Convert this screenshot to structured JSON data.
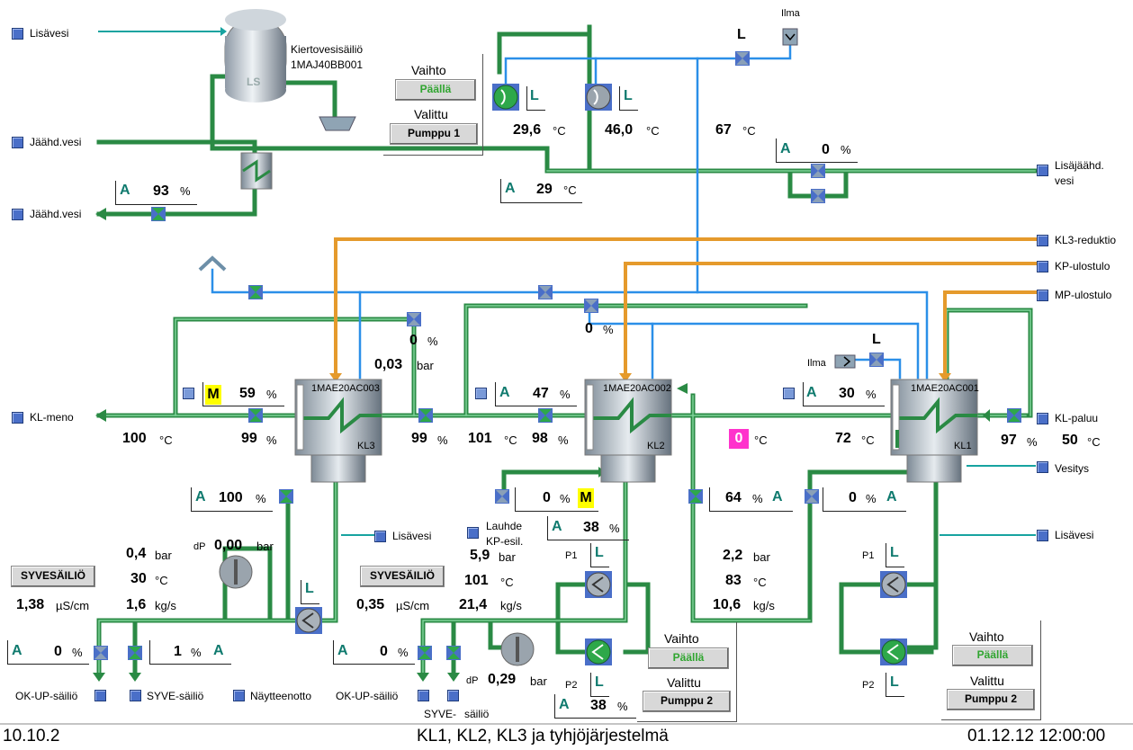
{
  "header": {
    "ilma_top": "Ilma",
    "tank_name": "Kiertovesisäiliö",
    "tank_code": "1MAJ40BB001",
    "tank_short": "LS"
  },
  "pump_top": {
    "vaihto": "Vaihto",
    "vaihto_btn": "Päällä",
    "valittu": "Valittu",
    "valittu_btn": "Pumppu 1",
    "mode1": "L",
    "mode2": "L",
    "valveL": "L"
  },
  "temps_top": {
    "t1": "29,6",
    "t2": "46,0",
    "t3": "67",
    "unit": "°C"
  },
  "left_labels": {
    "lisavesi": "Lisävesi",
    "jaahd_vesi_in": "Jäähd.vesi",
    "jaahd_vesi_out": "Jäähd.vesi",
    "kl_meno": "KL-meno"
  },
  "right_labels": {
    "lisajaahd": "Lisäjäähd.",
    "vesi": "vesi",
    "kl3_reduktio": "KL3-reduktio",
    "kp_ulostulo": "KP-ulostulo",
    "mp_ulostulo": "MP-ulostulo",
    "kl_paluu": "KL-paluu",
    "vesitys": "Vesitys",
    "lisavesi": "Lisävesi"
  },
  "ctrl": {
    "c93": {
      "mode": "A",
      "value": "93",
      "unit": "%"
    },
    "c29": {
      "mode": "A",
      "value": "29",
      "unit": "°C"
    },
    "c0top": {
      "mode": "A",
      "value": "0",
      "unit": "%"
    },
    "kl3": {
      "mode": "M",
      "value": "59",
      "unit": "%"
    },
    "kl2": {
      "mode": "A",
      "value": "47",
      "unit": "%"
    },
    "kl1": {
      "mode": "A",
      "value": "30",
      "unit": "%"
    },
    "c100": {
      "mode": "A",
      "value": "100",
      "unit": "%"
    },
    "c0m": {
      "mode": "M",
      "value": "0",
      "unit": "%"
    },
    "c38a": {
      "mode": "A",
      "value": "38",
      "unit": "%"
    },
    "c64": {
      "mode": "A",
      "value": "64",
      "unit": "%"
    },
    "c0r": {
      "mode": "A",
      "value": "0",
      "unit": "%"
    },
    "c0bl": {
      "mode": "A",
      "value": "0",
      "unit": "%"
    },
    "c1bl": {
      "mode": "A",
      "value": "1",
      "unit": "%"
    },
    "c0bm": {
      "mode": "A",
      "value": "0",
      "unit": "%"
    },
    "c38b": {
      "mode": "A",
      "value": "38",
      "unit": "%"
    }
  },
  "readings": {
    "v0a": "0",
    "v0b": "0",
    "v003": "0,03",
    "bar": "bar",
    "pct": "%",
    "degc": "°C",
    "kl_meno_t": "100",
    "v99a": "99",
    "v99b": "99",
    "v101": "101",
    "v98": "98",
    "v0c": "0",
    "v72": "72",
    "v97": "97",
    "v50": "50",
    "ilma_kl1": "Ilma",
    "l_kl1": "L",
    "kl3_code": "1MAE20AC003",
    "kl2_code": "1MAE20AC002",
    "kl1_code": "1MAE20AC001",
    "kl3": "KL3",
    "kl2": "KL2",
    "kl1": "KL1"
  },
  "left_block": {
    "syve": "SYVESÄILIÖ",
    "p04": "0,4",
    "dp_lbl": "dP",
    "dp": "0,00",
    "t30": "30",
    "cond": "1,38",
    "cond_u": "µS/cm",
    "flow": "1,6",
    "flow_u": "kg/s",
    "pumpL": "L",
    "lisavesi": "Lisävesi",
    "ok_up": "OK-UP-säiliö",
    "syve_s": "SYVE-säiliö",
    "naytteenotto": "Näytteenotto"
  },
  "mid_block": {
    "syve": "SYVESÄILIÖ",
    "lauhde1": "Lauhde",
    "lauhde2": "KP-esil.",
    "p59": "5,9",
    "t101": "101",
    "cond": "0,35",
    "cond_u": "µS/cm",
    "flow": "21,4",
    "flow_u": "kg/s",
    "p1": "P1",
    "p1L": "L",
    "p2": "P2",
    "p2L": "L",
    "dp_lbl": "dP",
    "dp": "0,29",
    "ok_up": "OK-UP-säiliö",
    "syve1": "SYVE-",
    "syve2": "säiliö",
    "vaihto": "Vaihto",
    "vaihto_btn": "Päällä",
    "valittu": "Valittu",
    "valittu_btn": "Pumppu 2"
  },
  "right_block": {
    "p22": "2,2",
    "t83": "83",
    "flow": "10,6",
    "flow_u": "kg/s",
    "p1": "P1",
    "p1L": "L",
    "p2": "P2",
    "p2L": "L",
    "vaihto": "Vaihto",
    "vaihto_btn": "Päällä",
    "valittu": "Valittu",
    "valittu_btn": "Pumppu 2"
  },
  "status": {
    "left": "10.10.2",
    "title": "KL1, KL2, KL3 ja tyhjöjärjestelmä",
    "datetime": "01.12.12 12:00:00"
  },
  "colors": {
    "green": "#2ea84a",
    "blue": "#2b8fe8",
    "orange": "#f0a030",
    "teal": "#17a3a0",
    "magenta": "#ff33cc"
  }
}
